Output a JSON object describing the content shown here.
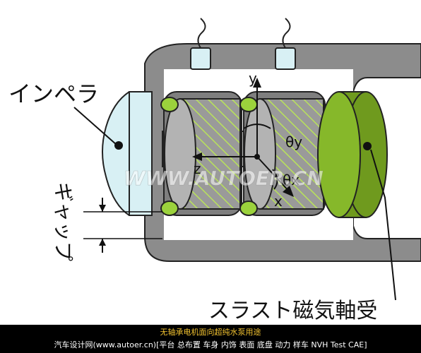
{
  "diagram": {
    "labels": {
      "impeller": "インペラ",
      "gap": "ギャップ",
      "thrust_bearing": "スラスト磁気軸受",
      "axis_y": "y",
      "axis_z": "z",
      "axis_x": "x",
      "theta_y": "θy",
      "theta_x": "θx"
    },
    "watermark": "WWW.AUTOER.CN",
    "colors": {
      "housing_gray": "#8c8c8c",
      "rotor_gray": "#a8a8a8",
      "coil_green": "#9bd23c",
      "thrust_green": "#6f9a1e",
      "impeller_blue": "#d8f0f4"
    }
  },
  "caption": {
    "title": "无轴承电机面向超纯水泵用途",
    "subtitle": "汽车设计网(www.autoer.cn)[平台 总布置 车身 内饰 表面 底盘 动力 样车 NVH Test CAE]"
  }
}
